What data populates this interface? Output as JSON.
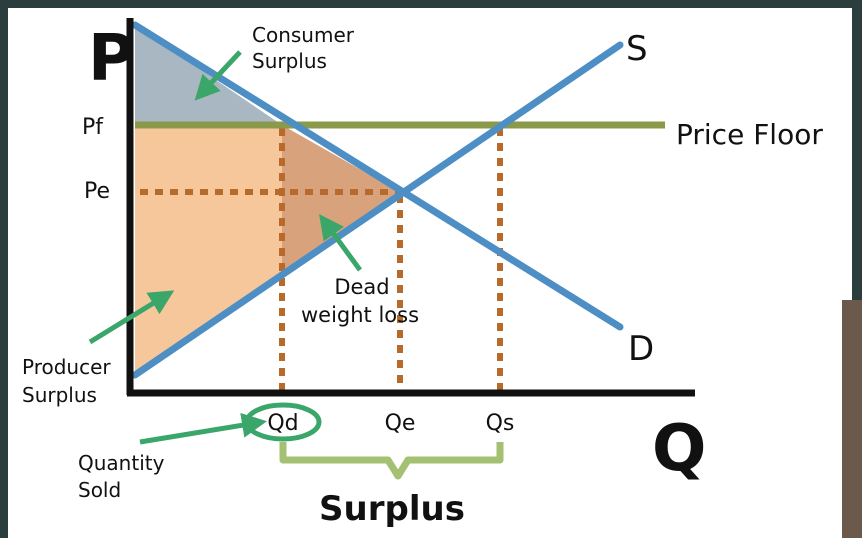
{
  "diagram": {
    "axis_labels": {
      "y": "P",
      "x": "Q"
    },
    "price_labels": {
      "floor": "Pf",
      "equilibrium": "Pe"
    },
    "quantity_labels": {
      "demanded": "Qd",
      "equilibrium": "Qe",
      "supplied": "Qs"
    },
    "curve_labels": {
      "supply": "S",
      "demand": "D",
      "price_floor": "Price Floor"
    },
    "annotations": {
      "consumer_surplus": {
        "line1": "Consumer",
        "line2": "Surplus"
      },
      "producer_surplus": {
        "line1": "Producer",
        "line2": "Surplus"
      },
      "deadweight_loss": {
        "line1": "Dead",
        "line2": "weight loss"
      },
      "quantity_sold": {
        "line1": "Quantity",
        "line2": "Sold"
      },
      "surplus": "Surplus"
    },
    "colors": {
      "curves": "#4d8fc4",
      "price_floor": "#8a9a4a",
      "guides": "#b86a2a",
      "consumer_surplus_fill": "#a9b7c2",
      "producer_surplus_fill": "#f6c79a",
      "deadweight_fill": "#d8a37c",
      "arrows": "#3aa66a",
      "bracket": "#a4c072",
      "board": "#ffffff"
    }
  }
}
